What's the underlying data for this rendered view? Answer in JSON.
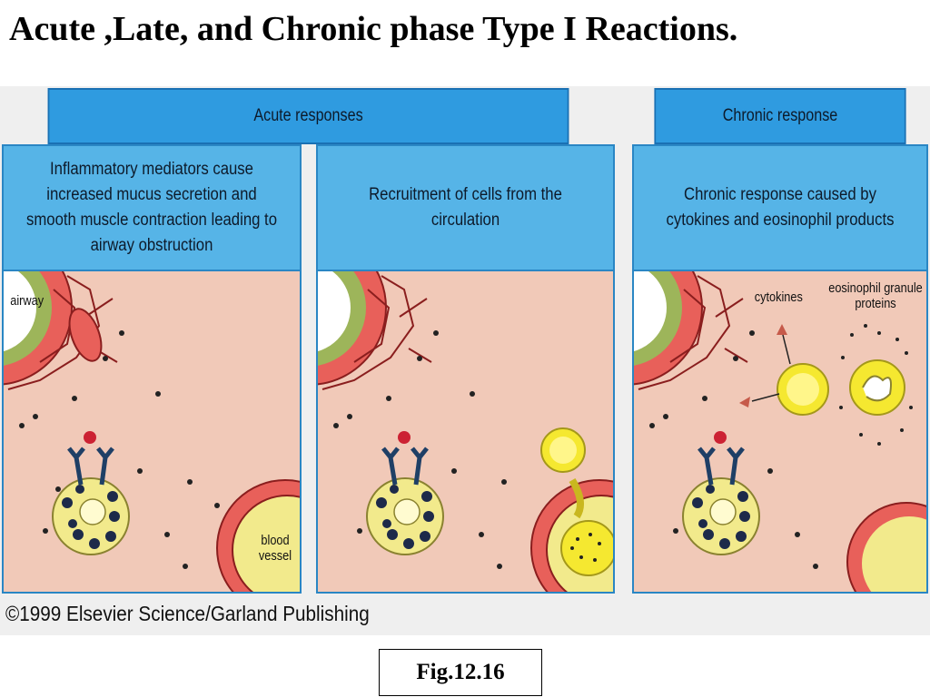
{
  "title": "Acute ,Late, and Chronic phase Type I Reactions.",
  "headers": {
    "acute": "Acute  responses",
    "chronic": "Chronic  response"
  },
  "panels": [
    {
      "caption": "Inflammatory mediators cause increased mucus secretion and smooth muscle contraction leading to airway obstruction"
    },
    {
      "caption": "Recruitment of cells from the circulation"
    },
    {
      "caption": "Chronic response caused by cytokines and eosinophil products"
    }
  ],
  "labels": {
    "airway": "airway",
    "blood_vessel": "blood vessel",
    "cytokines": "cytokines",
    "eosinophil": "eosinophil granule proteins"
  },
  "copyright": "©1999 Elsevier Science/Garland Publishing",
  "fig_label": "Fig.12.16",
  "colors": {
    "header_blue": "#2f9be0",
    "caption_blue": "#56b4e7",
    "tissue_pink": "#f1c9b8",
    "cell_red": "#e8605a",
    "mast_yellow": "#f2ea8c",
    "airway_green": "#9db55a"
  }
}
